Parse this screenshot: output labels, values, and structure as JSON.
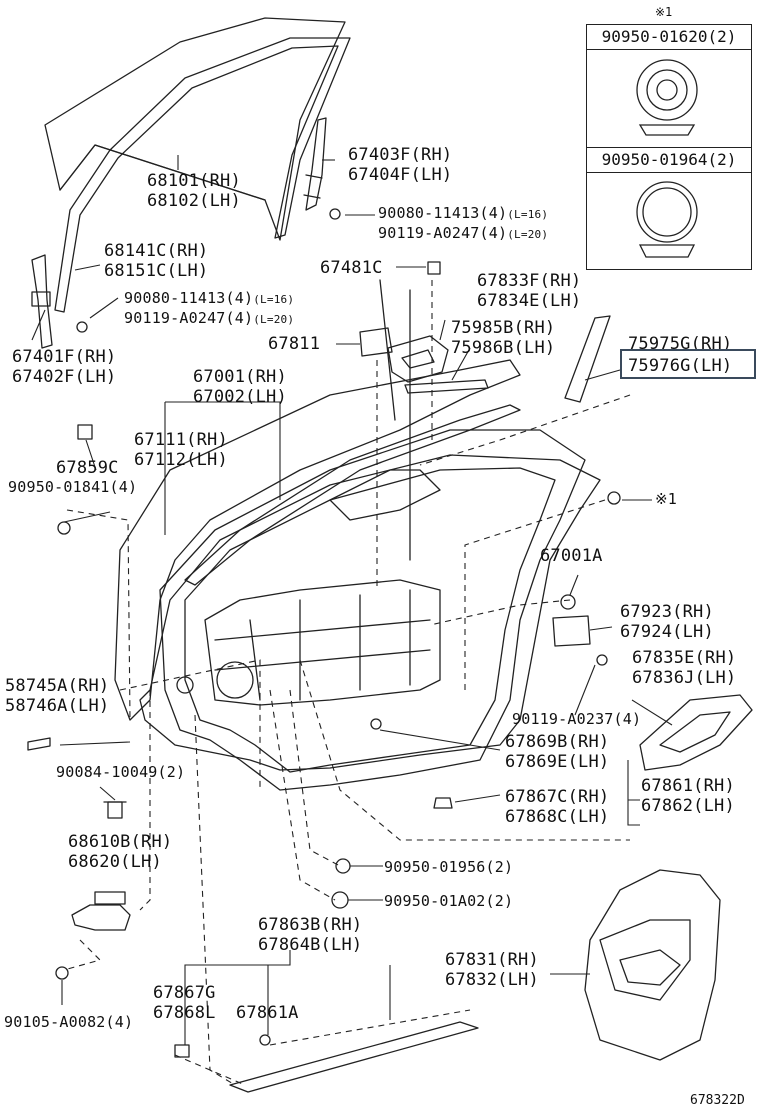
{
  "legend": {
    "note": "※1",
    "items": [
      {
        "part": "90950-01620(2)"
      },
      {
        "part": "90950-01964(2)"
      }
    ]
  },
  "labels": {
    "glass": {
      "rh": "68101(RH)",
      "lh": "68102(LH)"
    },
    "sash_front": {
      "rh": "68141C(RH)",
      "lh": "68151C(LH)"
    },
    "regulator_front": {
      "rh": "67401F(RH)",
      "lh": "67402F(LH)"
    },
    "screw_front_a": {
      "code": "90080-11413(4)",
      "note": "(L=16)"
    },
    "screw_front_b": {
      "code": "90119-A0247(4)",
      "note": "(L=20)"
    },
    "regulator_rear": {
      "rh": "67403F(RH)",
      "lh": "67404F(LH)"
    },
    "screw_rear_a": {
      "code": "90080-11413(4)",
      "note": "(L=16)"
    },
    "screw_rear_b": {
      "code": "90119-A0247(4)",
      "note": "(L=20)"
    },
    "clip_67481c": "67481C",
    "pad_67811": "67811",
    "bracket": {
      "rh": "67833F(RH)",
      "lh": "67834E(LH)"
    },
    "channel": {
      "rh": "75985B(RH)",
      "lh": "75986B(LH)"
    },
    "garnish": {
      "rh": "75975G(RH)",
      "lh": "75976G(LH)"
    },
    "door_panel": {
      "rh": "67001(RH)",
      "lh": "67002(LH)"
    },
    "panel_sub": {
      "rh": "67111(RH)",
      "lh": "67112(LH)"
    },
    "part_67859c": "67859C",
    "plug_01841": "90950-01841(4)",
    "note_ref": "※1",
    "part_67001a": "67001A",
    "hinge_cover": {
      "rh": "67923(RH)",
      "lh": "67924(LH)"
    },
    "pad_rear": {
      "rh": "67835E(RH)",
      "lh": "67836J(LH)"
    },
    "screw_0237": "90119-A0237(4)",
    "emblem": {
      "rh": "58745A(RH)",
      "lh": "58746A(LH)"
    },
    "bolt_10049": "90084-10049(2)",
    "weather_a": {
      "rh": "67869B(RH)",
      "lh": "67869E(LH)"
    },
    "weather_b": {
      "rh": "67867C(RH)",
      "lh": "67868C(LH)"
    },
    "weatherstrip": {
      "rh": "67861(RH)",
      "lh": "67862(LH)"
    },
    "check": {
      "rh": "68610B(RH)",
      "lh": "68620(LH)"
    },
    "plug_01956": "90950-01956(2)",
    "plug_01a02": "90950-01A02(2)",
    "bolt_0082": "90105-A0082(4)",
    "lower_strip": {
      "rh": "67863B(RH)",
      "lh": "67864B(LH)"
    },
    "part_67867g": "67867G",
    "part_67868l": "67868L",
    "part_67861a": "67861A",
    "service_hole": {
      "rh": "67831(RH)",
      "lh": "67832(LH)"
    },
    "image_id": "678322D"
  }
}
